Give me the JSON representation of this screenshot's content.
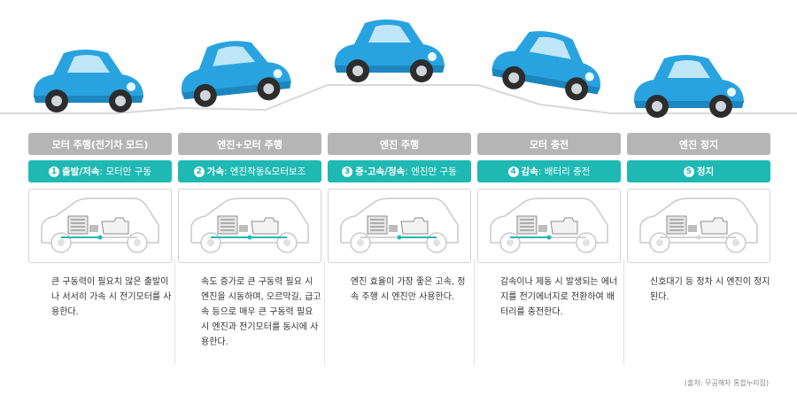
{
  "columns": [
    {
      "mode": "모터 주행(전기차 모드)",
      "num": "1",
      "kw": "출발/저속",
      "rest": ": 모터만 구동",
      "text": "큰 구동력이 필요치 않은 출발이나 서서히 가속 시 전기모터를 사용한다.",
      "flow": "motor-only"
    },
    {
      "mode": "엔진+모터 주행",
      "num": "2",
      "kw": "가속",
      "rest": ": 엔진작동&모터보조",
      "text": "속도 증가로 큰 구동력 필요 시 엔진을 시동하며, 오르막길, 급고속 등으로 매우 큰 구동력 필요 시 엔진과 전기모터를 동시에 사용한다.",
      "flow": "both"
    },
    {
      "mode": "엔진 주행",
      "num": "3",
      "kw": "중·고속/정속",
      "rest": ": 엔진만 구동",
      "text": "엔진 효율이 가장 좋은 고속, 정속 주행 시 엔진만 사용한다.",
      "flow": "engine-only"
    },
    {
      "mode": "모터 충전",
      "num": "4",
      "kw": "감속",
      "rest": ": 배터리 충전",
      "text": "감속이나 제동 시 발생되는 에너지를 전기에너지로 전환하여 배터리를 충전한다.",
      "flow": "charge"
    },
    {
      "mode": "엔진 정지",
      "num": "5",
      "kw": "정지",
      "rest": "",
      "text": "신호대기 등 정차 시 엔진이 정지된다.",
      "flow": "stop"
    }
  ],
  "source": "(출처: 무공해차 통합누리집)",
  "colors": {
    "teal": "#1eb9b3",
    "gray_bar": "#b5b5b5",
    "car_blue": "#29a3e0"
  }
}
